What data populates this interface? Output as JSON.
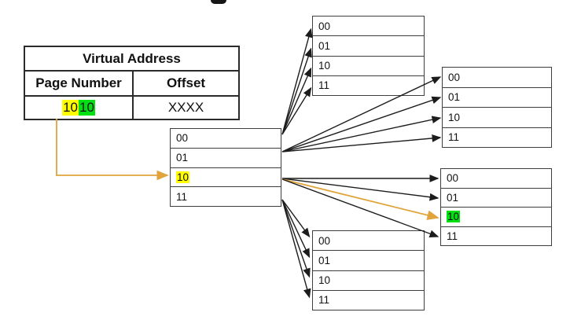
{
  "colors": {
    "highlight_yellow": "#ffff00",
    "highlight_green": "#00e012",
    "arrow_orange": "#e1a33b",
    "line_black": "#1c1c1c"
  },
  "virtual_address": {
    "title": "Virtual Address",
    "col_page_number": "Page Number",
    "col_offset": "Offset",
    "page_number_outer_bits": "10",
    "page_number_inner_bits": "10",
    "offset_value": "XXXX"
  },
  "outer_page_table": {
    "rows": [
      {
        "label": "00",
        "highlight": "none"
      },
      {
        "label": "01",
        "highlight": "none"
      },
      {
        "label": "10",
        "highlight": "yellow"
      },
      {
        "label": "11",
        "highlight": "none"
      }
    ]
  },
  "inner_page_tables": {
    "top": {
      "rows": [
        {
          "label": "00",
          "highlight": "none"
        },
        {
          "label": "01",
          "highlight": "none"
        },
        {
          "label": "10",
          "highlight": "none"
        },
        {
          "label": "11",
          "highlight": "none"
        }
      ]
    },
    "upper_right": {
      "rows": [
        {
          "label": "00",
          "highlight": "none"
        },
        {
          "label": "01",
          "highlight": "none"
        },
        {
          "label": "10",
          "highlight": "none"
        },
        {
          "label": "11",
          "highlight": "none"
        }
      ]
    },
    "middle_right": {
      "rows": [
        {
          "label": "00",
          "highlight": "none"
        },
        {
          "label": "01",
          "highlight": "none"
        },
        {
          "label": "10",
          "highlight": "green"
        },
        {
          "label": "11",
          "highlight": "none"
        }
      ]
    },
    "bottom": {
      "rows": [
        {
          "label": "00",
          "highlight": "none"
        },
        {
          "label": "01",
          "highlight": "none"
        },
        {
          "label": "10",
          "highlight": "none"
        },
        {
          "label": "11",
          "highlight": "none"
        }
      ]
    }
  }
}
